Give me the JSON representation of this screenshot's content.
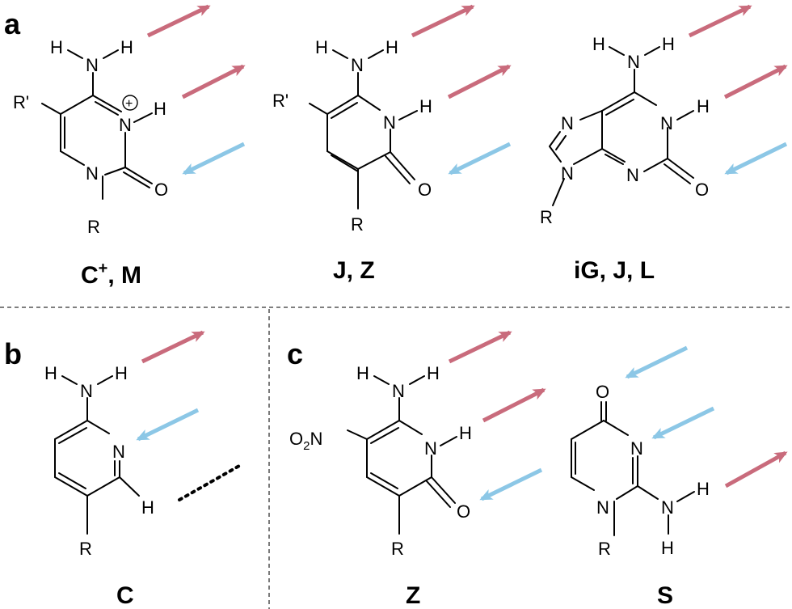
{
  "colors": {
    "donor_arrow": "#c96b7c",
    "acceptor_arrow": "#8cc7e6",
    "ink": "#000000",
    "background": "#ffffff"
  },
  "panels": {
    "a": {
      "letter": "a",
      "structures": [
        {
          "caption_main": "C",
          "caption_sup": "+",
          "caption_rest": ", M",
          "atoms": {
            "h_left": "H",
            "n_amino": "N",
            "h_right": "H",
            "r_prime": "R'",
            "n_ring": "N",
            "h_nh": "H",
            "o": "O",
            "n_bottom": "N",
            "r": "R"
          }
        },
        {
          "caption": "J, Z",
          "atoms": {
            "h_left": "H",
            "n_amino": "N",
            "h_right": "H",
            "r_prime": "R'",
            "n_ring": "N",
            "h_nh": "H",
            "o": "O",
            "r": "R"
          }
        },
        {
          "caption": "iG, J, L",
          "atoms": {
            "h_left": "H",
            "n_amino": "N",
            "h_right": "H",
            "n7": "N",
            "n1": "N",
            "h_nh": "H",
            "n9": "N",
            "n3": "N",
            "o": "O",
            "r": "R"
          }
        }
      ]
    },
    "b": {
      "letter": "b",
      "structures": [
        {
          "caption": "C",
          "atoms": {
            "h_left": "H",
            "n_amino": "N",
            "h_right": "H",
            "n_ring": "N",
            "h_ch": "H",
            "r": "R"
          }
        }
      ]
    },
    "c": {
      "letter": "c",
      "structures": [
        {
          "caption": "Z",
          "atoms": {
            "h_left": "H",
            "n_amino": "N",
            "h_right": "H",
            "nitro_o": "O",
            "nitro_sub": "2",
            "nitro_n": "N",
            "n_ring": "N",
            "h_nh": "H",
            "o": "O",
            "r": "R"
          }
        },
        {
          "caption": "S",
          "atoms": {
            "o_top": "O",
            "n_ring": "N",
            "n_amino": "N",
            "h_amino_up": "H",
            "h_amino_down": "H",
            "n_bottom": "N",
            "r": "R"
          }
        }
      ]
    }
  }
}
